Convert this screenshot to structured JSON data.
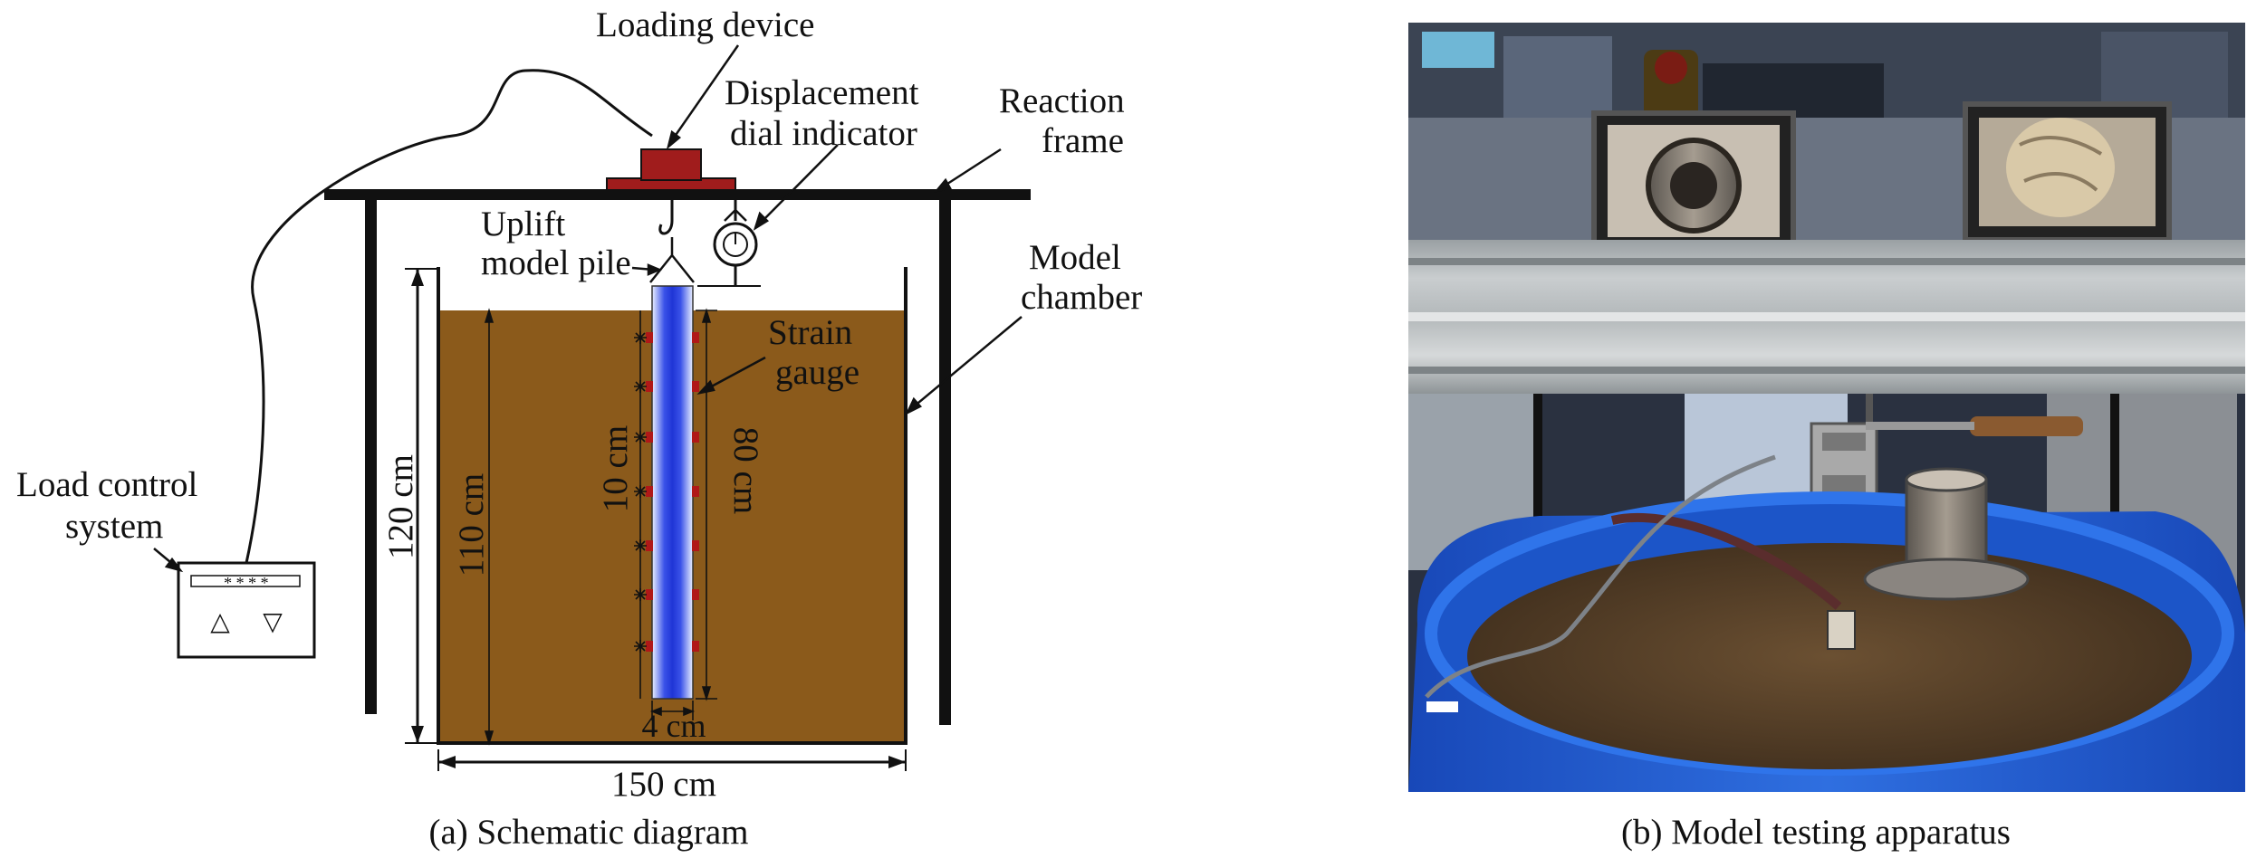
{
  "schematic": {
    "labels": {
      "loading_device": "Loading device",
      "displacement_line1": "Displacement",
      "displacement_line2": "dial indicator",
      "reaction_line1": "Reaction",
      "reaction_line2": "frame",
      "uplift_line1": "Uplift",
      "uplift_line2": "model pile",
      "model_line1": "Model",
      "model_line2": "chamber",
      "strain_line1": "Strain",
      "strain_line2": "gauge",
      "load_control_line1": "Load control",
      "load_control_line2": "system",
      "display_stars": "* * * *",
      "up_symbol": "△",
      "down_symbol": "▽",
      "dim_120": "120 cm",
      "dim_110": "110 cm",
      "dim_10": "10 cm",
      "dim_80": "80 cm",
      "dim_4": "4 cm",
      "dim_150": "150 cm"
    },
    "caption": "(a) Schematic diagram"
  },
  "photo": {
    "caption": "(b) Model testing apparatus"
  },
  "colors": {
    "soil": "#8B5A1B",
    "pile_blue": "#1f35d6",
    "pile_light": "#d6e3ff",
    "gauge_red": "#b01818",
    "loading_device": "#a01c1c",
    "bucket_blue": "#1f5fd0"
  }
}
